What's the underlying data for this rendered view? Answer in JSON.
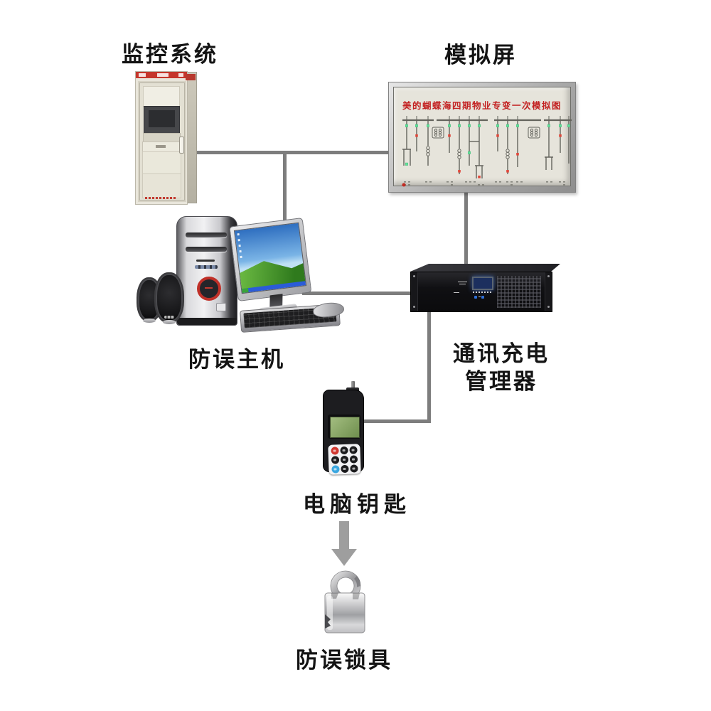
{
  "labels": {
    "monitoring_system": "监控系统",
    "simulation_screen": "模拟屏",
    "anti_error_host": "防误主机",
    "comm_manager_line1": "通讯充电",
    "comm_manager_line2": "管理器",
    "computer_key": "电脑钥匙",
    "anti_error_lock": "防误锁具"
  },
  "simulation_panel": {
    "title": "美的蝴蝶海四期物业专变一次模拟图",
    "title_color": "#c32222",
    "indicator_green": "#5fe39b",
    "indicator_red": "#e0483a"
  },
  "colors": {
    "connector_line": "#7d7d7d",
    "label_text": "#141414",
    "arrow": "#9e9e9e",
    "cabinet_banner_red": "#c5362b",
    "manager_body": "#131316",
    "key_body": "#1d1d20"
  }
}
